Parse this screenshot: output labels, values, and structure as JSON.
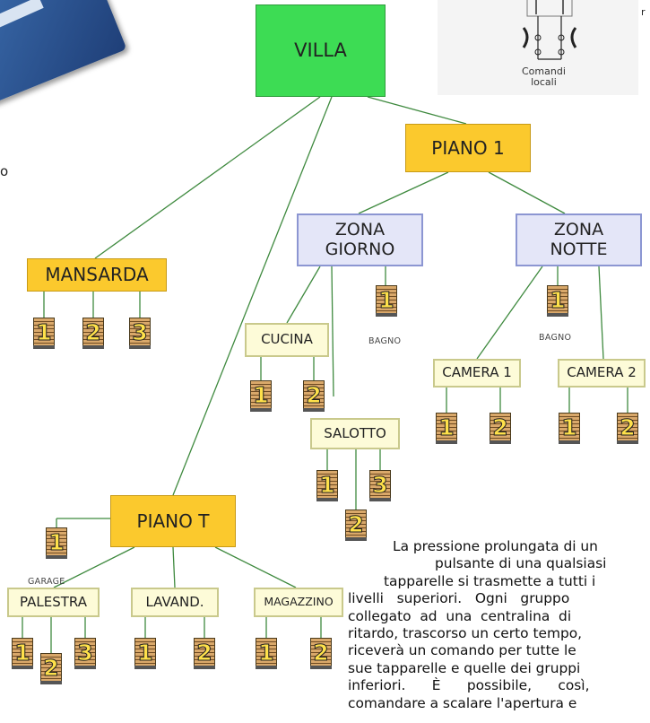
{
  "root": {
    "label": "VILLA"
  },
  "floors": {
    "piano1": "PIANO 1",
    "mansarda": "MANSARDA",
    "pianoT": "PIANO T"
  },
  "zones": {
    "giorno": "ZONA\nGIORNO",
    "notte": "ZONA\nNOTTE"
  },
  "rooms": {
    "cucina": "CUCINA",
    "salotto": "SALOTTO",
    "camera1": "CAMERA 1",
    "camera2": "CAMERA 2",
    "palestra": "PALESTRA",
    "lavand": "LAVAND.",
    "magazzino": "MAGAZZINO"
  },
  "small_labels": {
    "bagno_giorno": "BAGNO",
    "bagno_notte": "BAGNO",
    "garage": "GARAGE"
  },
  "shutters": {
    "mansarda": [
      "1",
      "2",
      "3"
    ],
    "cucina": [
      "1",
      "2"
    ],
    "salotto": [
      "1",
      "2",
      "3"
    ],
    "bagno_giorno": [
      "1"
    ],
    "bagno_notte": [
      "1"
    ],
    "camera1": [
      "1",
      "2"
    ],
    "camera2": [
      "1",
      "2"
    ],
    "garage": [
      "1"
    ],
    "palestra": [
      "1",
      "2",
      "3"
    ],
    "lavand": [
      "1",
      "2"
    ],
    "magazzino": [
      "1",
      "2"
    ]
  },
  "panel": {
    "caption": "Comandi\nlocali"
  },
  "stray": {
    "left": "o",
    "right": "r"
  },
  "paragraph": {
    "lines": [
      "La pressione prolungata di  un",
      "pulsante di una qualsiasi",
      "tapparelle si trasmette a tutti i",
      "livelli   superiori.   Ogni   gruppo",
      "collegato  ad  una  centralina  di",
      "ritardo, trascorso un certo tempo,",
      "riceverà un comando per tutte le",
      "sue tapparelle e quelle dei gruppi",
      "inferiori.      È      possibile,      così,",
      "comandare a scalare l'apertura e"
    ]
  },
  "colors": {
    "root": "#3ddc54",
    "floor": "#fbc92d",
    "zone": "#e4e6f8",
    "room": "#fdfbd8",
    "line": "#3f8a3f"
  }
}
